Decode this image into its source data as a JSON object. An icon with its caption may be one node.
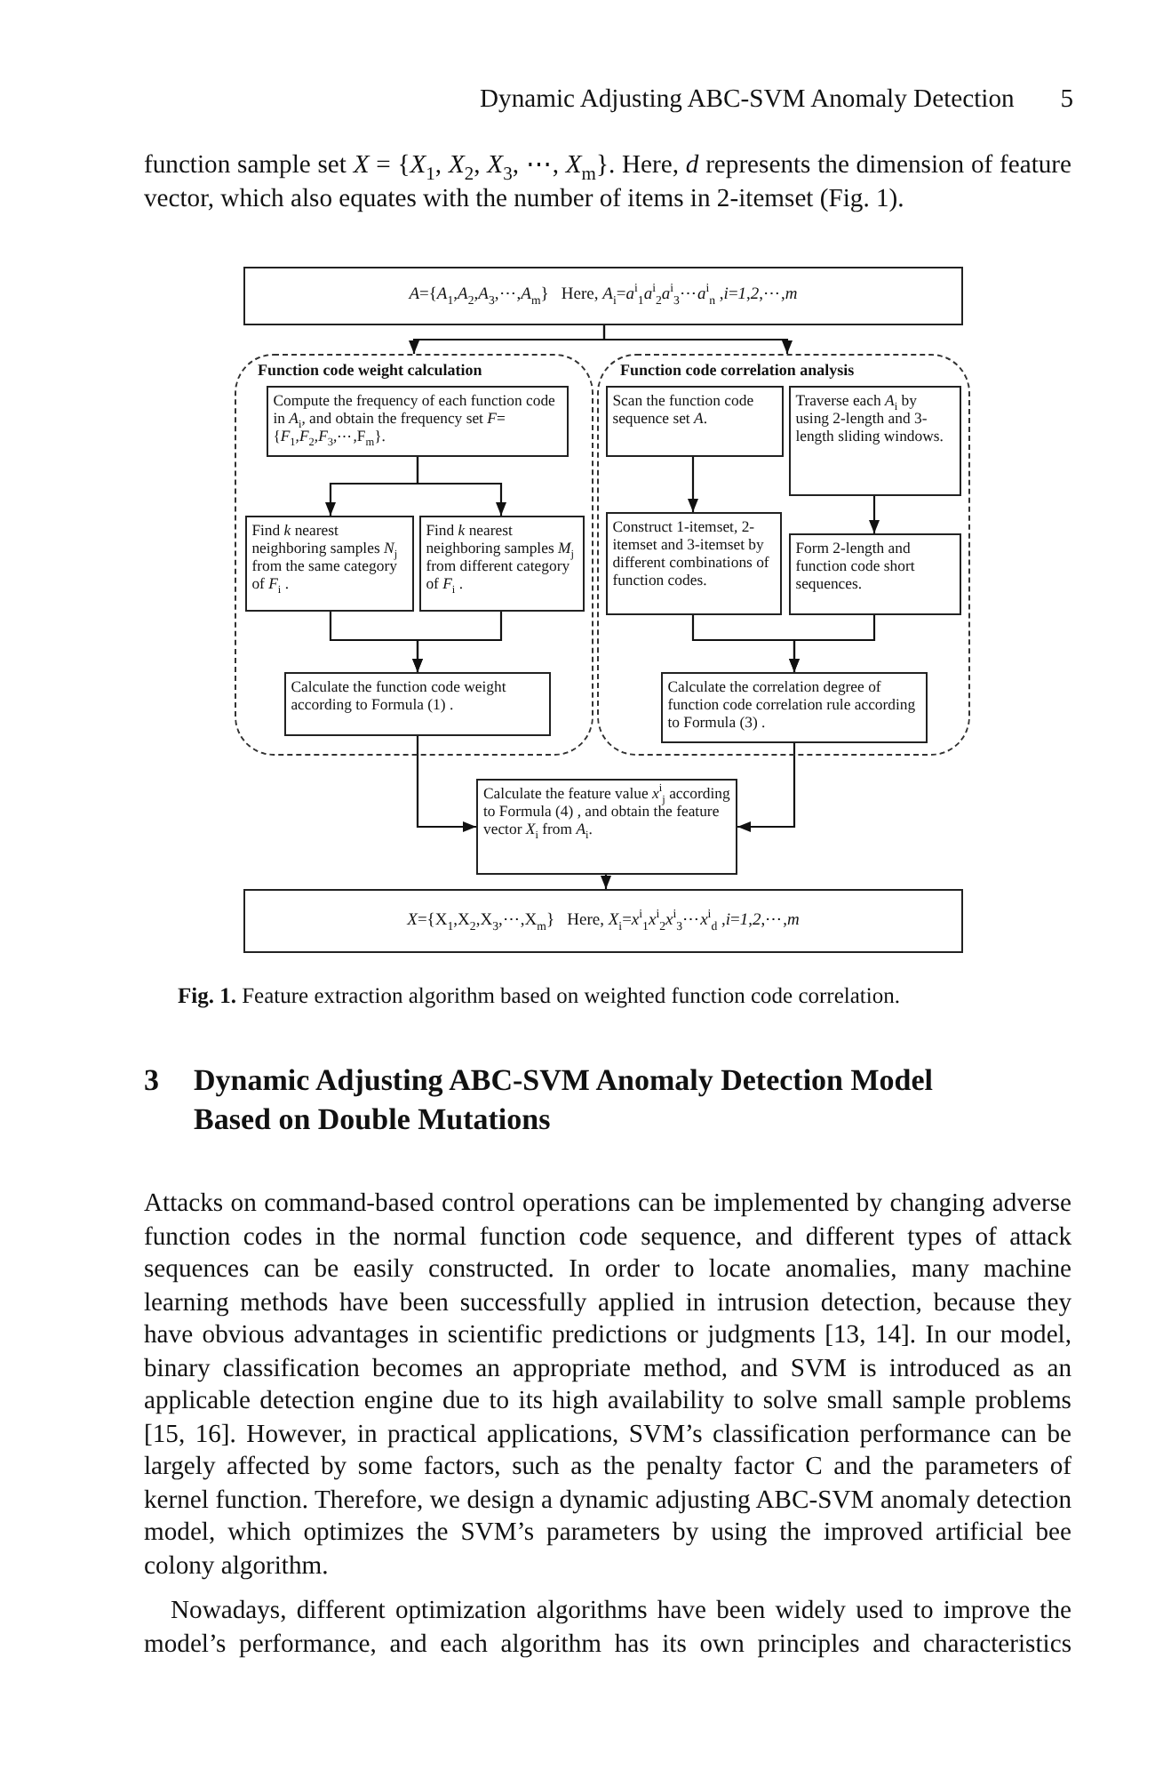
{
  "diagram": {
    "caption": "**Fig. 1.** Feature extraction algorithm based on weighted function code correlation.",
    "nodes": [
      {
        "text": [
          "*A*={*A*$_{1}$,*A*$_{2}$,*A*$_{3}$,⋯,*A*$_{m}$}   Here, *A*$_{i}$=*a*$^{i}$$_{1}$*a*$^{i}$$_{2}$*a*$^{i}$$_{3}$⋯*a*$^{i}$$_{n}$ ,*i*=*1*,*2*,⋯,*m*"
        ]
      },
      {
        "text": [
          "Function code weight calculation"
        ]
      },
      {
        "text": [
          "Compute the frequency of each function code in *A*$_{i}$, and obtain the frequency set *F*={*F*$_{1}$,*F*$_{2}$,*F*$_{3}$,⋯,F$_{m}$}."
        ],
        "in": 1
      },
      {
        "text": [
          "Find *k* nearest neighboring samples *N*$_{j}$ from the same category of *F*$_{i}$ ."
        ],
        "in": 1
      },
      {
        "text": [
          "Find *k* nearest neighboring samples *M*$_{j}$ from different category of *F*$_{i}$ ."
        ],
        "in": 1
      },
      {
        "text": [
          "Calculate the function code weight according to Formula (1) ."
        ],
        "in": 1
      },
      {
        "text": [
          "Function code correlation analysis"
        ]
      },
      {
        "text": [
          "Scan the function code sequence set *A*."
        ],
        "in": 6
      },
      {
        "text": [
          "Traverse each *A*$_{i}$ by using 2-length and 3-length sliding windows."
        ],
        "in": 6
      },
      {
        "text": [
          "Construct 1-itemset, 2-itemset and 3-itemset by different combinations of function codes."
        ],
        "in": 6
      },
      {
        "text": [
          "Form 2-length and function code short sequences."
        ],
        "in": 6
      },
      {
        "text": [
          "Calculate the correlation degree of function code correlation rule according to Formula (3) ."
        ],
        "in": 6
      },
      {
        "text": [
          "Calculate the feature value *x*$^{i}$$_{j}$ according to Formula (4) , and obtain the feature vector *X*$_{i}$ from *A*$_{i}$."
        ]
      },
      {
        "text": [
          "*X*={X$_{1}$,X$_{2}$,X$_{3}$,⋯,X$_{m}$}   Here, *X*$_{i}$=*x*$^{i}$$_{1}$*x*$^{i}$$_{2}$*x*$^{i}$$_{3}$⋯*x*$^{i}$$_{d}$ ,*i*=*1*,*2*,⋯,*m*"
        ]
      }
    ],
    "edges": [
      {
        "from": 0,
        "to": 1,
        "arrow": "to"
      },
      {
        "from": 0,
        "to": 6,
        "arrow": "to"
      },
      {
        "from": 2,
        "to": 3,
        "arrow": "to"
      },
      {
        "from": 2,
        "to": 4,
        "arrow": "to"
      },
      {
        "from": 3,
        "to": 5,
        "arrow": "to"
      },
      {
        "from": 4,
        "to": 5,
        "arrow": "to"
      },
      {
        "from": 7,
        "to": 9,
        "arrow": "to"
      },
      {
        "from": 8,
        "to": 10,
        "arrow": "to"
      },
      {
        "from": 9,
        "to": 11,
        "arrow": "to"
      },
      {
        "from": 10,
        "to": 11,
        "arrow": "to"
      },
      {
        "from": 5,
        "to": 12,
        "arrow": "to"
      },
      {
        "from": 11,
        "to": 12,
        "arrow": "to"
      },
      {
        "from": 12,
        "to": 13,
        "arrow": "to"
      }
    ],
    "labels": [
      "Dynamic Adjusting ABC-SVM Anomaly Detection",
      "5",
      "function sample set *X* = {*X*$_{1}$, *X*$_{2}$, *X*$_{3}$, ⋯, *X*$_{m}$}. Here, *d* represents the dimension of feature vector, which also equates with the number of items in 2-itemset (Fig. 1).",
      "3",
      "Dynamic Adjusting ABC-SVM Anomaly Detection Model Based on Double Mutations",
      "Attacks on command-based control operations can be implemented by changing adverse function codes in the normal function code sequence, and different types of attack sequences can be easily constructed. In order to locate anomalies, many machine learning methods have been successfully applied in intrusion detection, because they have obvious advantages in scientific predictions or judgments [13, 14]. In our model, binary classification becomes an appropriate method, and SVM is introduced as an applicable detection engine due to its high availability to solve small sample problems [15, 16]. However, in practical applications, SVM’s classification performance can be largely affected by some factors, such as the penalty factor C and the parameters of kernel function. Therefore, we design a dynamic adjusting ABC-SVM anomaly detection model, which optimizes the SVM’s parameters by using the improved artificial bee colony algorithm.",
      "Nowadays, different optimization algorithms have been widely used to improve the model’s performance, and each algorithm has its own principles and characteristics"
    ]
  }
}
